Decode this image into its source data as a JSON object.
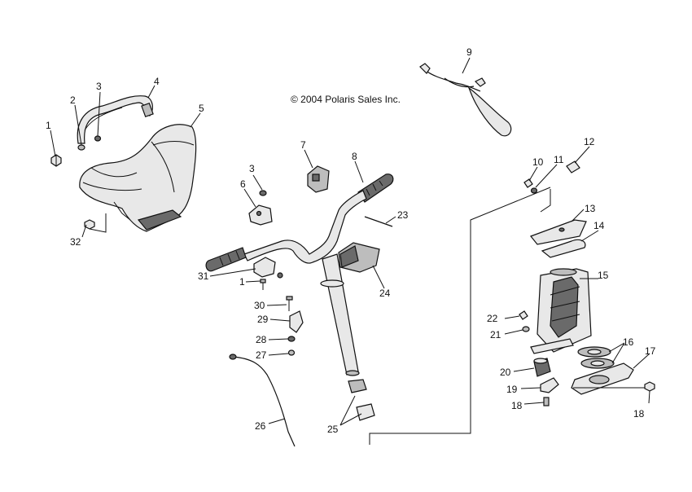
{
  "copyright": "© 2004 Polaris Sales Inc.",
  "callouts": {
    "c1a": "1",
    "c2": "2",
    "c3a": "3",
    "c4": "4",
    "c5": "5",
    "c32": "32",
    "c3b": "3",
    "c6": "6",
    "c7": "7",
    "c8": "8",
    "c23": "23",
    "c31": "31",
    "c1b": "1",
    "c24": "24",
    "c30": "30",
    "c29": "29",
    "c28": "28",
    "c27": "27",
    "c26": "26",
    "c25": "25",
    "c9": "9",
    "c10": "10",
    "c11": "11",
    "c12": "12",
    "c13": "13",
    "c14": "14",
    "c15": "15",
    "c22": "22",
    "c21": "21",
    "c16": "16",
    "c17": "17",
    "c20": "20",
    "c19": "19",
    "c18a": "18",
    "c18b": "18"
  }
}
